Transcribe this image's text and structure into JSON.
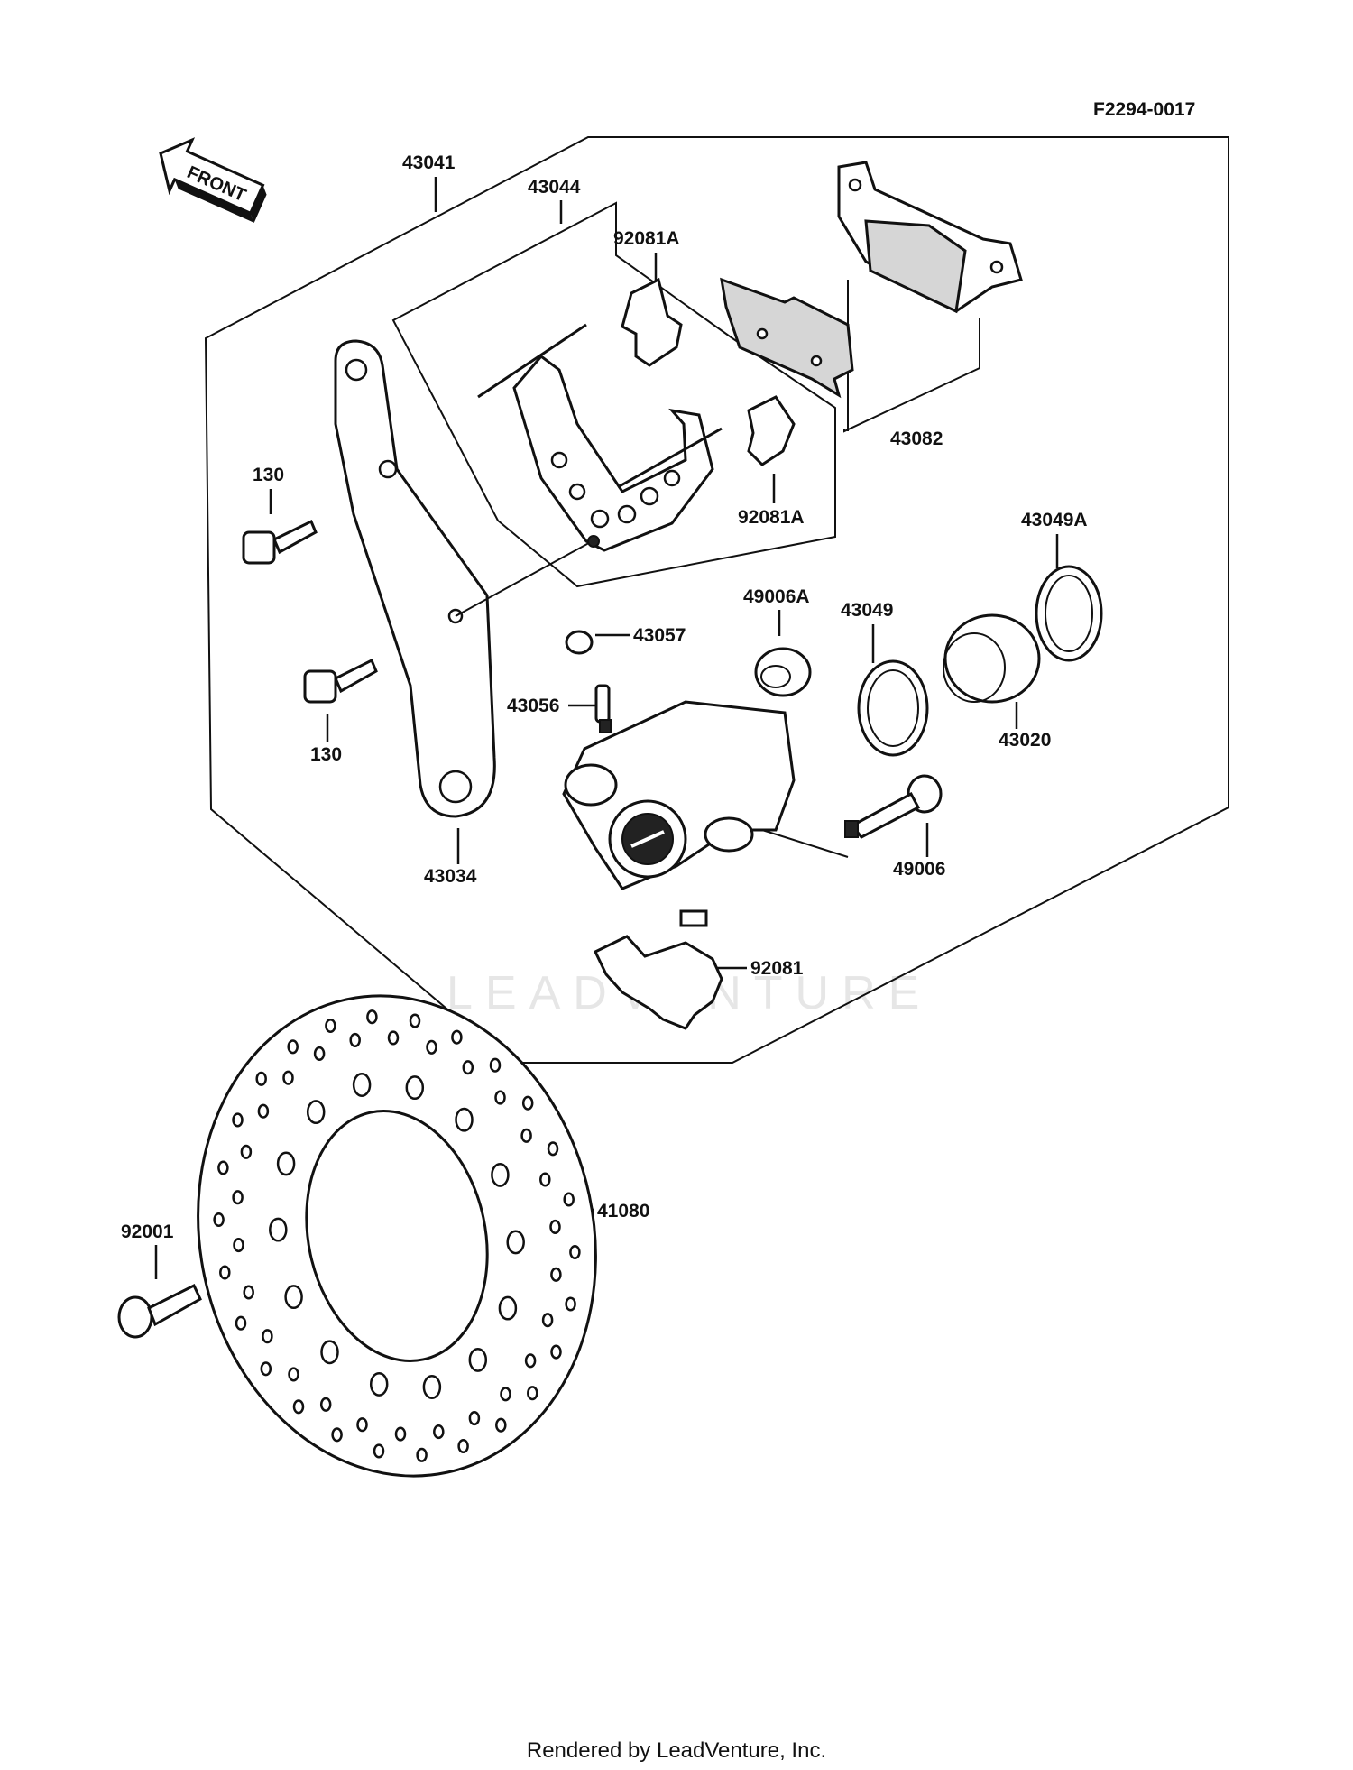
{
  "figure_code": "F2294-0017",
  "front_arrow_label": "FRONT",
  "watermark": "LEADVENTURE",
  "footer": "Rendered by LeadVenture, Inc.",
  "labels": {
    "p43041": "43041",
    "p43044": "43044",
    "p92081A_top": "92081A",
    "p92081A_bottom": "92081A",
    "p43082": "43082",
    "p130_top": "130",
    "p130_bottom": "130",
    "p43049A": "43049A",
    "p49006A": "49006A",
    "p43049": "43049",
    "p43057": "43057",
    "p43056": "43056",
    "p43020": "43020",
    "p43034": "43034",
    "p49006": "49006",
    "p92081": "92081",
    "p41080": "41080",
    "p92001": "92001"
  }
}
